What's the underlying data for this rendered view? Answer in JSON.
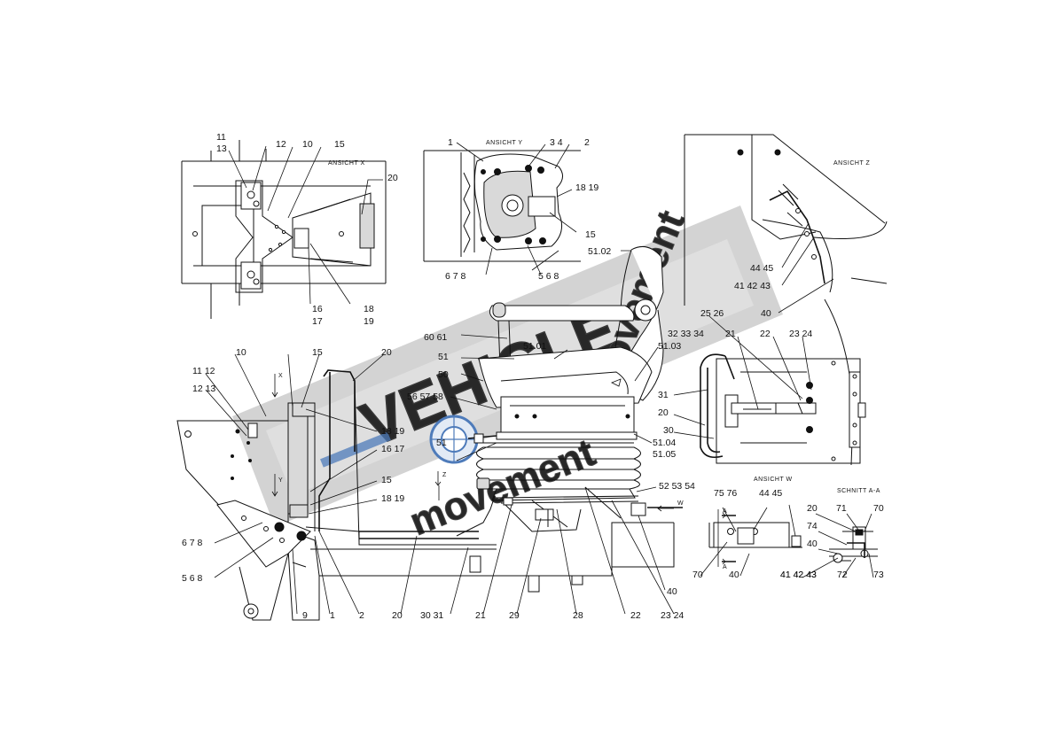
{
  "views": {
    "view_x": "ANSICHT   X",
    "view_y": "ANSICHT   Y",
    "view_z": "ANSICHT   Z",
    "view_w": "ANSICHT   W",
    "section_aa": "SCHNITT   A-A"
  },
  "markers": {
    "x": "X",
    "y": "Y",
    "z": "Z",
    "w": "W",
    "a1": "A",
    "a2": "A"
  },
  "watermark": {
    "line1": "VEHICLE",
    "line2": "movement",
    "line3": "movement"
  },
  "callouts": {
    "p1": "11",
    "p2": "13",
    "p3": "12",
    "p4": "10",
    "p5": "15",
    "p6": "20",
    "p7": "16",
    "p8": "17",
    "p9": "18",
    "p10": "19",
    "p11": "1",
    "p12": "3 4",
    "p13": "2",
    "p14": "18 19",
    "p15": "15",
    "p16": "6 7 8",
    "p17": "5 6 8",
    "p18": "51.02",
    "p19": "44 45",
    "p20": "41 42 43",
    "p21": "40",
    "p22": "25 26",
    "p23": "32 33 34",
    "p24": "21",
    "p25": "22",
    "p26": "23 24",
    "p27": "31",
    "p28": "20",
    "p29": "30",
    "p30": "60 61",
    "p31": "51.01",
    "p32": "51.03",
    "p33": "51",
    "p34": "50",
    "p35": "56 57 58",
    "p36": "51",
    "p37": "51.04",
    "p38": "51.05",
    "p39": "52 53 54",
    "p40": "10",
    "p41": "15",
    "p42": "20",
    "p43": "11 12",
    "p44": "12 13",
    "p45": "18 19",
    "p46": "16 17",
    "p47": "15",
    "p48": "18 19",
    "p49": "6 7 8",
    "p50": "5 6 8",
    "p51": "9",
    "p52": "1",
    "p53": "2",
    "p54": "20",
    "p55": "30 31",
    "p56": "21",
    "p57": "29",
    "p58": "28",
    "p59": "22",
    "p60": "23 24",
    "p61": "40",
    "p62": "75 76",
    "p63": "44 45",
    "p64": "70",
    "p65": "40",
    "p66": "41 42 43",
    "p67": "20",
    "p68": "71",
    "p69": "70",
    "p70": "74",
    "p71": "40",
    "p72": "41 42 43",
    "p73": "72",
    "p74": "73"
  }
}
